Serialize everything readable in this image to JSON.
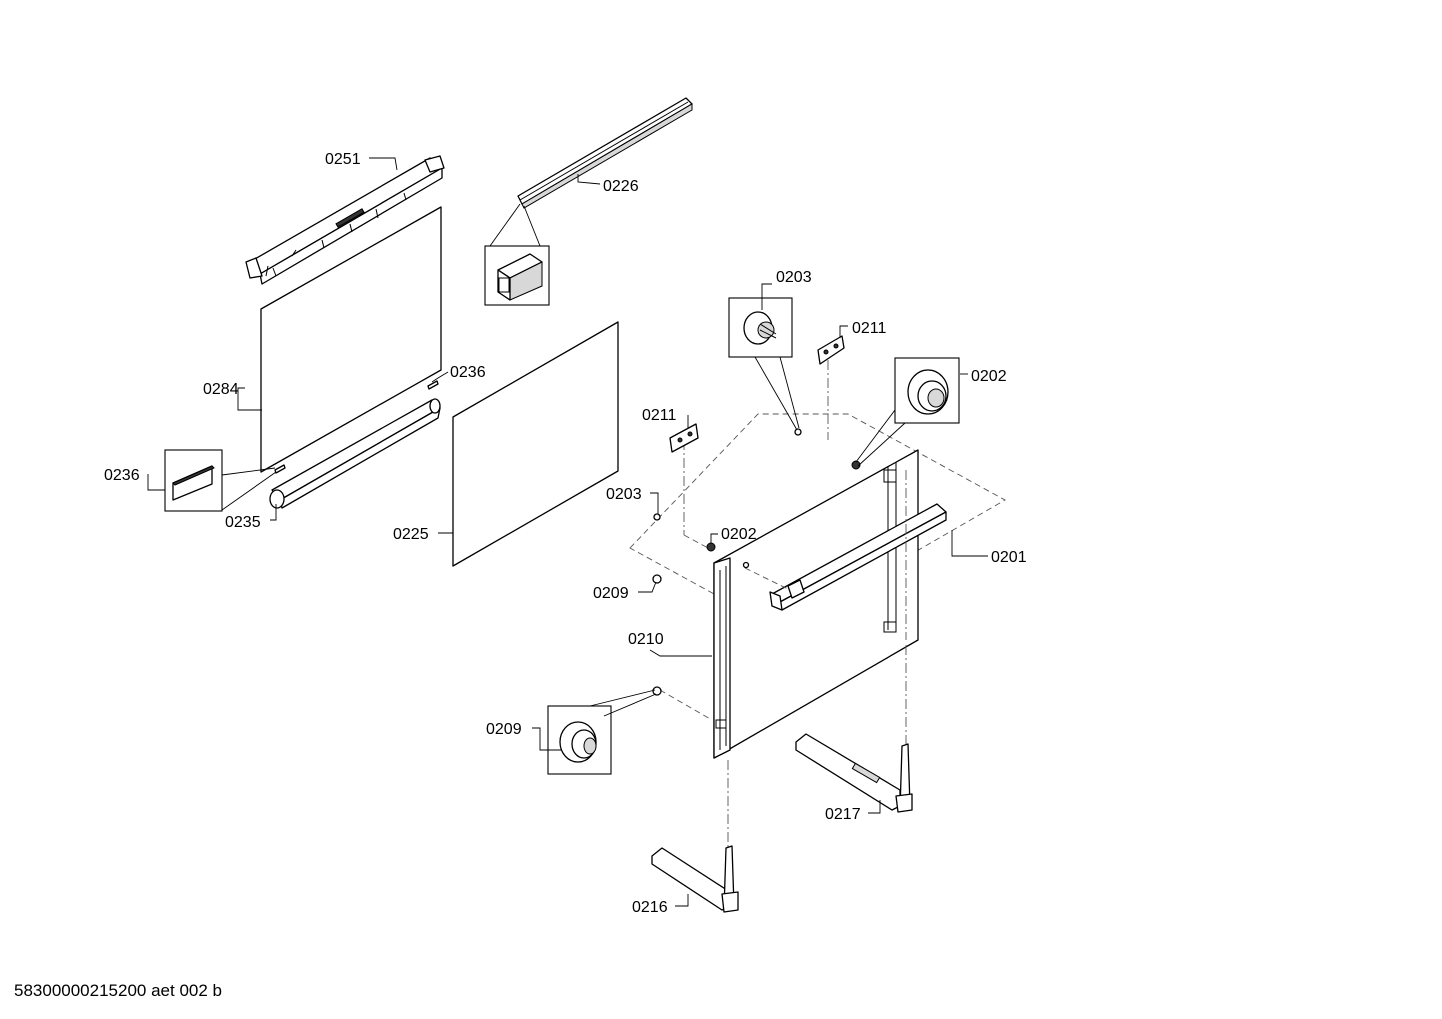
{
  "footer": "58300000215200 aet 002 b",
  "labels": {
    "p0251": "0251",
    "p0226": "0226",
    "p0284": "0284",
    "p0236_top": "0236",
    "p0236_left": "0236",
    "p0235": "0235",
    "p0225": "0225",
    "p0203_top": "0203",
    "p0211_top": "0211",
    "p0202_top": "0202",
    "p0211_left": "0211",
    "p0203_left": "0203",
    "p0202_mid": "0202",
    "p0201": "0201",
    "p0209_mid": "0209",
    "p0210": "0210",
    "p0209_low": "0209",
    "p0217": "0217",
    "p0216": "0216"
  }
}
